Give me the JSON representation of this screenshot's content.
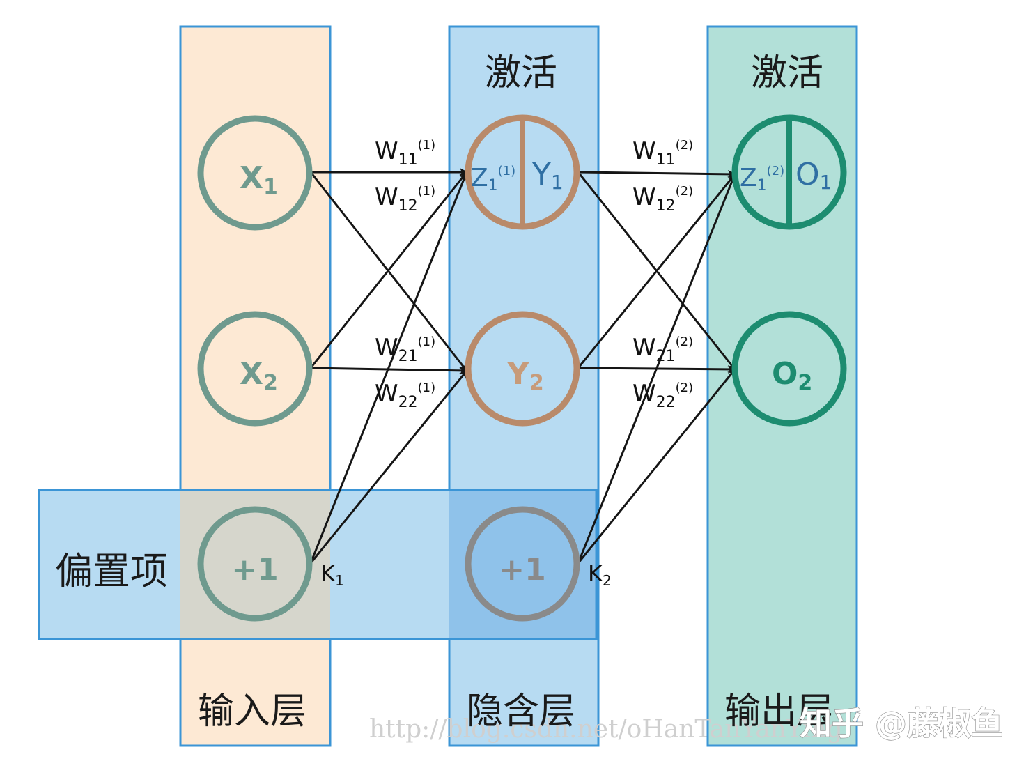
{
  "layers": {
    "input": {
      "label": "输入层"
    },
    "hidden": {
      "label": "隐含层",
      "title": "激活"
    },
    "output": {
      "label": "输出层",
      "title": "激活"
    }
  },
  "bias": {
    "label": "偏置项"
  },
  "nodes": {
    "x1": {
      "main": "X",
      "sub": "1"
    },
    "x2": {
      "main": "X",
      "sub": "2"
    },
    "bias_in": {
      "text": "+1"
    },
    "y1": {
      "z_main": "Z",
      "z_sub": "1",
      "z_sup": "(1)",
      "out_main": "Y",
      "out_sub": "1"
    },
    "y2": {
      "main": "Y",
      "sub": "2"
    },
    "bias_hidden": {
      "text": "+1"
    },
    "o1": {
      "z_main": "Z",
      "z_sub": "1",
      "z_sup": "(2)",
      "out_main": "O",
      "out_sub": "1"
    },
    "o2": {
      "main": "O",
      "sub": "2"
    }
  },
  "weights": {
    "layer1": [
      {
        "main": "W",
        "sub": "11",
        "sup": "(1)"
      },
      {
        "main": "W",
        "sub": "12",
        "sup": "(1)"
      },
      {
        "main": "W",
        "sub": "21",
        "sup": "(1)"
      },
      {
        "main": "W",
        "sub": "22",
        "sup": "(1)"
      }
    ],
    "layer2": [
      {
        "main": "W",
        "sub": "11",
        "sup": "(2)"
      },
      {
        "main": "W",
        "sub": "12",
        "sup": "(2)"
      },
      {
        "main": "W",
        "sub": "21",
        "sup": "(2)"
      },
      {
        "main": "W",
        "sub": "22",
        "sup": "(2)"
      }
    ]
  },
  "bias_weights": [
    {
      "main": "K",
      "sub": "1"
    },
    {
      "main": "K",
      "sub": "2"
    }
  ],
  "watermark": "http://blog.csdn.net/oHanTanYanYing",
  "brand": "知乎 @藤椒鱼",
  "colors": {
    "input_fill": "#fde9d4",
    "hidden_fill": "#b7dbf2",
    "output_fill": "#b2e0d8",
    "bias_fill": "#b7dbf2",
    "bias_overlap_input": "#d6d6cc",
    "bias_overlap_hidden": "#8fc2ea",
    "panel_border": "#3b95d6",
    "input_node": "#6f9a8e",
    "hidden_node": "#b98a6a",
    "hidden_label": "#c79b7a",
    "output_node": "#1d8c70",
    "output_label": "#1d8c70",
    "bias_hidden_node": "#8a8a8a",
    "edge": "#151515"
  }
}
